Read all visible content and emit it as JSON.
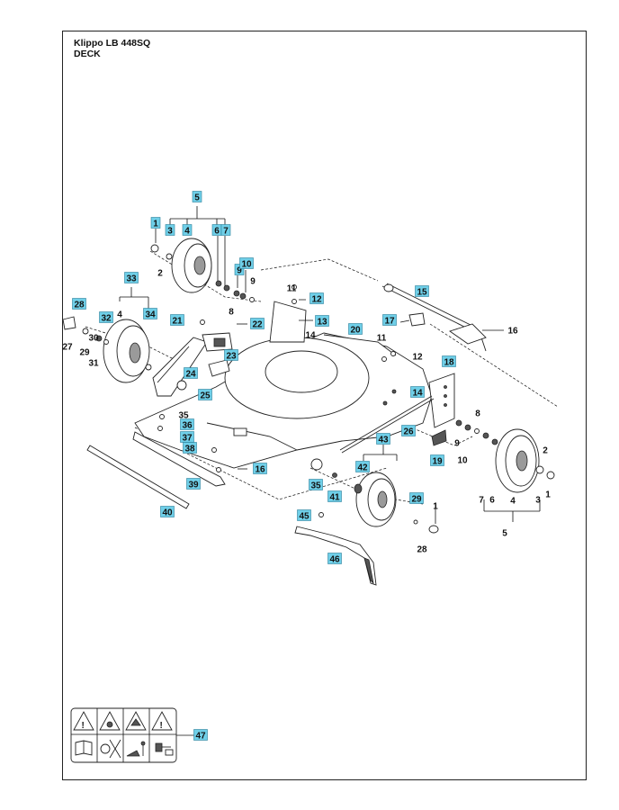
{
  "header": {
    "model": "Klippo LB 448SQ",
    "section": "DECK"
  },
  "colors": {
    "callout_box": "#6fcfe8",
    "line": "#111111"
  },
  "boxed_callouts": [
    "5",
    "1",
    "3",
    "4",
    "6",
    "7",
    "9",
    "10",
    "33",
    "28",
    "32",
    "34",
    "21",
    "22",
    "12",
    "13",
    "15",
    "17",
    "20",
    "18",
    "14",
    "23",
    "24",
    "25",
    "26",
    "19",
    "43",
    "42",
    "36",
    "37",
    "38",
    "16",
    "35",
    "41",
    "39",
    "40",
    "29",
    "45",
    "46",
    "47"
  ],
  "plain_callouts": [
    "2",
    "8",
    "9",
    "11",
    "14",
    "4",
    "29",
    "27",
    "31",
    "30",
    "35",
    "11",
    "12",
    "16",
    "8",
    "9",
    "10",
    "2",
    "1",
    "7",
    "6",
    "4",
    "3",
    "5",
    "28",
    "1"
  ],
  "warning_decal": {
    "symbols": [
      "warning-triangle",
      "hand-blade-warning",
      "hazard-warning",
      "warning-triangle",
      "manual-book",
      "stop-blade",
      "thrown-object",
      "disconnect-plug"
    ]
  }
}
